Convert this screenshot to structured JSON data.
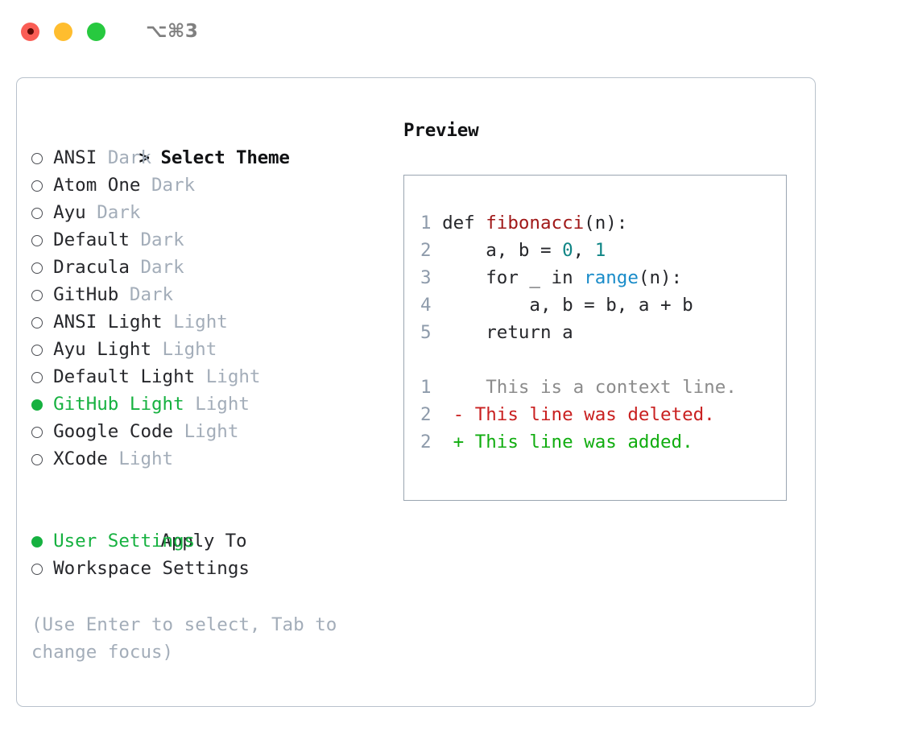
{
  "titlebar": {
    "shortcut": "⌥⌘3",
    "lights": [
      "close",
      "minimize",
      "zoom"
    ]
  },
  "theme_section": {
    "caret": ">",
    "title": "Select Theme",
    "focused": true,
    "items": [
      {
        "marker": "○",
        "label": "ANSI",
        "tag": "Dark",
        "selected": false
      },
      {
        "marker": "○",
        "label": "Atom One",
        "tag": "Dark",
        "selected": false
      },
      {
        "marker": "○",
        "label": "Ayu",
        "tag": "Dark",
        "selected": false
      },
      {
        "marker": "○",
        "label": "Default",
        "tag": "Dark",
        "selected": false
      },
      {
        "marker": "○",
        "label": "Dracula",
        "tag": "Dark",
        "selected": false
      },
      {
        "marker": "○",
        "label": "GitHub",
        "tag": "Dark",
        "selected": false
      },
      {
        "marker": "○",
        "label": "ANSI Light",
        "tag": "Light",
        "selected": false
      },
      {
        "marker": "○",
        "label": "Ayu Light",
        "tag": "Light",
        "selected": false
      },
      {
        "marker": "○",
        "label": "Default Light",
        "tag": "Light",
        "selected": false
      },
      {
        "marker": "●",
        "label": "GitHub Light",
        "tag": "Light",
        "selected": true
      },
      {
        "marker": "○",
        "label": "Google Code",
        "tag": "Light",
        "selected": false
      },
      {
        "marker": "○",
        "label": "XCode",
        "tag": "Light",
        "selected": false
      }
    ]
  },
  "apply_section": {
    "title": "Apply To",
    "focused": false,
    "items": [
      {
        "marker": "●",
        "label": "User Settings",
        "selected": true
      },
      {
        "marker": "○",
        "label": "Workspace Settings",
        "selected": false
      }
    ]
  },
  "hint": "(Use Enter to select, Tab to change focus)",
  "preview": {
    "title": "Preview",
    "code_lines": [
      {
        "num": "1",
        "tokens": [
          {
            "t": "def ",
            "c": "plain"
          },
          {
            "t": "fibonacci",
            "c": "fn"
          },
          {
            "t": "(n):",
            "c": "plain"
          }
        ]
      },
      {
        "num": "2",
        "tokens": [
          {
            "t": "    a, b = ",
            "c": "plain"
          },
          {
            "t": "0",
            "c": "num"
          },
          {
            "t": ", ",
            "c": "plain"
          },
          {
            "t": "1",
            "c": "num"
          }
        ]
      },
      {
        "num": "3",
        "tokens": [
          {
            "t": "    for _ in ",
            "c": "plain"
          },
          {
            "t": "range",
            "c": "call"
          },
          {
            "t": "(n):",
            "c": "plain"
          }
        ]
      },
      {
        "num": "4",
        "tokens": [
          {
            "t": "        a, b = b, a + b",
            "c": "plain"
          }
        ]
      },
      {
        "num": "5",
        "tokens": [
          {
            "t": "    return a",
            "c": "plain"
          }
        ]
      }
    ],
    "diff_lines": [
      {
        "num": "1",
        "sign": " ",
        "text": "  This is a context line.",
        "kind": "ctx"
      },
      {
        "num": "2",
        "sign": "-",
        "text": " This line was deleted.",
        "kind": "del"
      },
      {
        "num": "2",
        "sign": "+",
        "text": " This line was added.",
        "kind": "add"
      }
    ]
  },
  "colors": {
    "accent_green": "#16b140",
    "muted": "#a3adb9",
    "border": "#b9c2cc",
    "preview_border": "#9aa5b1",
    "code_fn": "#a01818",
    "code_num": "#0f8585",
    "code_call": "#1a8cc9",
    "diff_del": "#c92020",
    "diff_add": "#11ad10",
    "linenum": "#8e9bab"
  }
}
